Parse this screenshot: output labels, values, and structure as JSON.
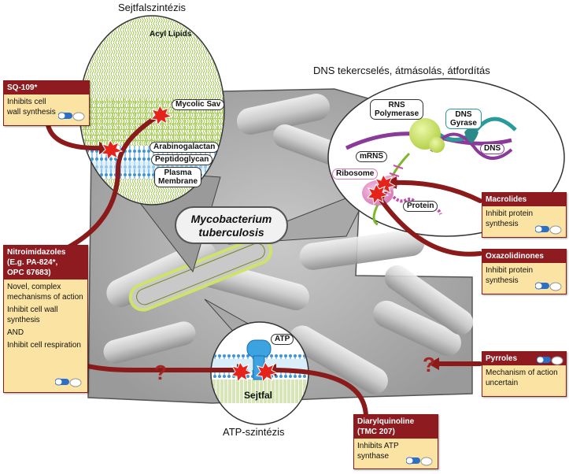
{
  "headings": {
    "cell_wall_synthesis": "Sejtfalszintézis",
    "dna": "DNS tekercselés, átmásolás, átfordítás",
    "atp": "ATP-szintézis"
  },
  "organism": {
    "line1": "Mycobacterium",
    "line2": "tuberculosis"
  },
  "cell_wall_labels": {
    "acyl_lipids": "Acyl Lipids",
    "mycolic": "Mycolic Sav",
    "arabinogalactan": "Arabinogalactan",
    "peptidoglycan": "Peptidoglycan",
    "plasma_line1": "Plasma",
    "plasma_line2": "Membrane"
  },
  "dna_labels": {
    "rns_line1": "RNS",
    "rns_line2": "Polymerase",
    "dns_gyrase_line1": "DNS",
    "dns_gyrase_line2": "Gyrase",
    "dns": "DNS",
    "mrns": "mRNS",
    "ribosome": "Ribosome",
    "protein": "Protein"
  },
  "atp_labels": {
    "atp": "ATP",
    "sejtfal": "Sejtfal"
  },
  "unknown_marker": "?",
  "drugs": {
    "sq109": {
      "name": "SQ-109*",
      "desc": "Inhibits cell wall synthesis"
    },
    "nitro": {
      "name_line1": "Nitroimidazoles",
      "name_line2": "(E.g. PA-824*,",
      "name_line3": "OPC 67683)",
      "desc1": "Novel, complex mechanisms of action",
      "desc2": "Inhibit cell wall synthesis",
      "desc3": "AND",
      "desc4": "Inhibit cell respiration"
    },
    "macrolides": {
      "name": "Macrolides",
      "desc": "Inhibit protein synthesis"
    },
    "oxazolidinones": {
      "name": "Oxazolidinones",
      "desc": "Inhibit protein synthesis"
    },
    "pyrroles": {
      "name": "Pyrroles",
      "desc": "Mechanism of action uncertain"
    },
    "diarylquinoline": {
      "name_line1": "Diarylquinoline",
      "name_line2": "(TMC 207)",
      "desc": "Inhibits ATP synthase"
    }
  },
  "colors": {
    "drug_header": "#8e1b1f",
    "drug_body": "#fbe3a3",
    "arrow": "#8b1a1a",
    "cell_wall_green": "#b9d36a",
    "membrane_blue": "#2a8fd0",
    "dna_purple": "#8a3b9a",
    "dna_teal": "#2a9a9a",
    "ribosome_pink": "#e59acb"
  }
}
